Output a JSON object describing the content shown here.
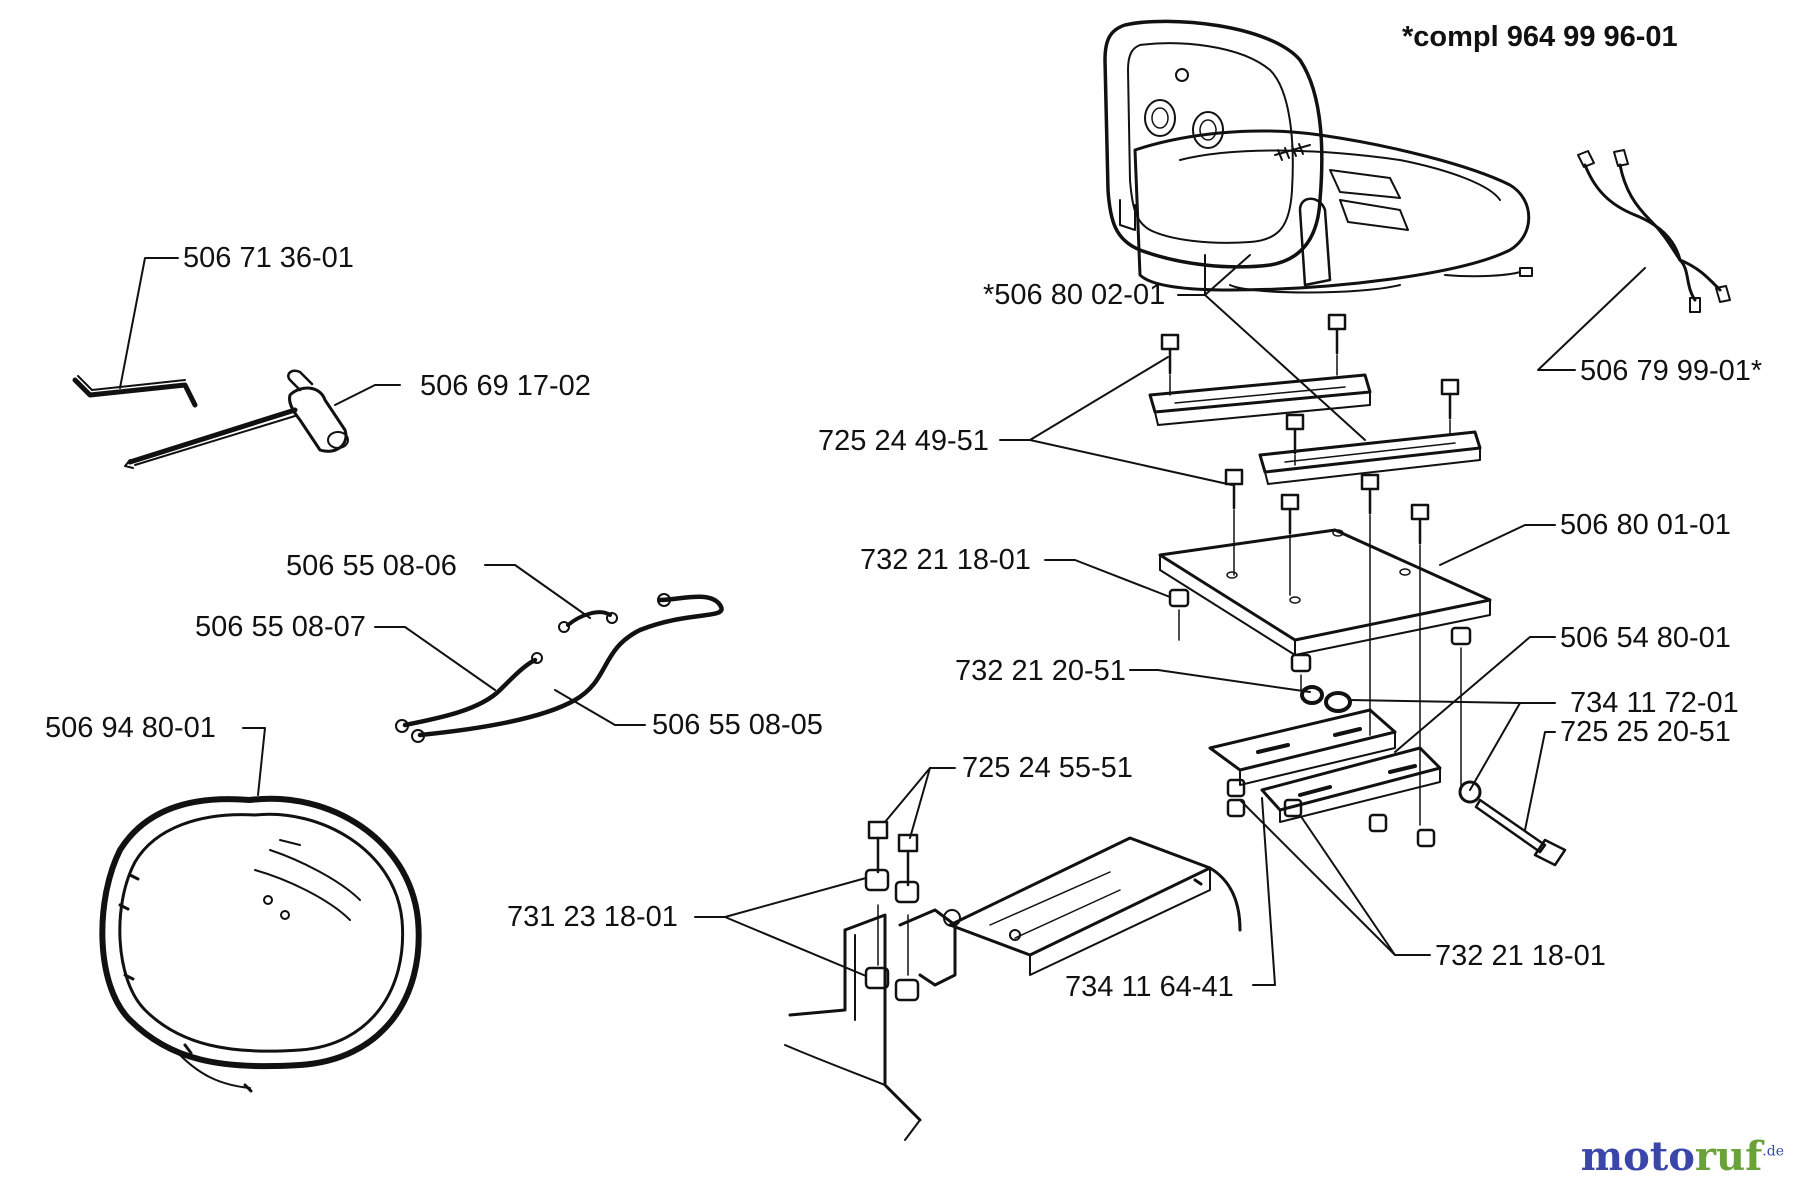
{
  "header_label": "*compl 964 99 96-01",
  "parts": {
    "p_seat": "*506 80 02-01",
    "p_wire_y": "506 79 99-01*",
    "p_lwrench": "506 71 36-01",
    "p_tsocket": "506 69 17-02",
    "p_bolt1": "725 24 49-51",
    "p_plate": "506 80 01-01",
    "p_nut1": "732 21 18-01",
    "p_washer": "732 21 20-51",
    "p_bracket": "506 54 80-01",
    "p_pin": "734 11 72-01",
    "p_bolt_long": "725 25 20-51",
    "p_cable6": "506 55 08-06",
    "p_cable7": "506 55 08-07",
    "p_cable5": "506 55 08-05",
    "p_harness": "506 94 80-01",
    "p_bolt2": "725 24 55-51",
    "p_nut2": "731 23 18-01",
    "p_spring": "734 11 64-41",
    "p_nut3": "732 21 18-01"
  },
  "watermark": {
    "main": "moto",
    "accent": "ruf",
    "suffix": ".de"
  },
  "colors": {
    "line": "#111111",
    "watermark_blue": "#3a46a8",
    "watermark_green": "#6aa23a"
  }
}
